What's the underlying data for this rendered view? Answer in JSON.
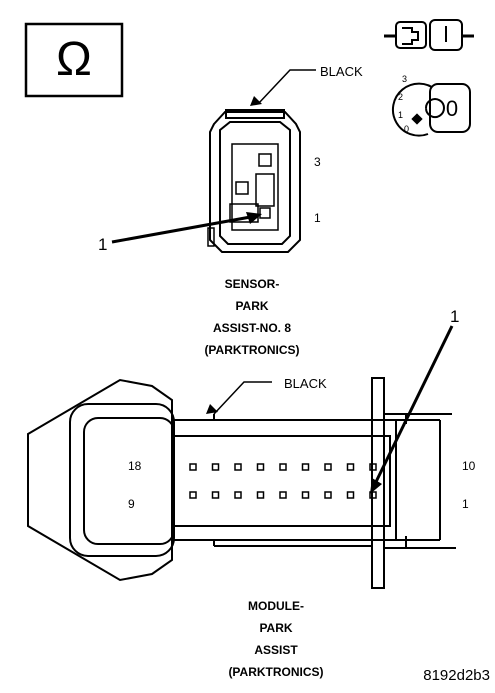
{
  "ohm_symbol": "Ω",
  "key_positions": [
    "3",
    "2",
    "1",
    "0"
  ],
  "key_value": "0",
  "sensor": {
    "wire_color": "BLACK",
    "pin_top": "3",
    "pin_bottom": "1",
    "callout": "1",
    "title": [
      "SENSOR-",
      "PARK",
      "ASSIST-NO. 8",
      "(PARKTRONICS)"
    ]
  },
  "module": {
    "wire_color": "BLACK",
    "callout": "1",
    "pin_top_left": "18",
    "pin_bottom_left": "9",
    "pin_top_right": "10",
    "pin_bottom_right": "1",
    "title": [
      "MODULE-",
      "PARK",
      "ASSIST",
      "(PARKTRONICS)"
    ]
  },
  "figure_id": "8192d2b3",
  "colors": {
    "line": "#000000",
    "background": "#ffffff"
  }
}
